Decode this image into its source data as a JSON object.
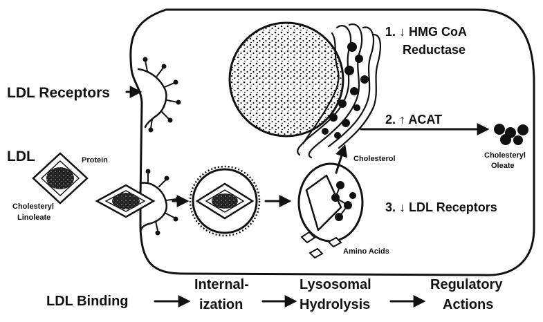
{
  "labels": {
    "ldl_receptors": "LDL Receptors",
    "ldl": "LDL",
    "protein": "Protein",
    "cholesteryl_linoleate_1": "Cholesteryl",
    "cholesteryl_linoleate_2": "Linoleate",
    "cholesterol": "Cholesterol",
    "cholesteryl_oleate_1": "Cholesteryl",
    "cholesteryl_oleate_2": "Oleate",
    "amino_acids": "Amino Acids"
  },
  "regulatory_actions": [
    {
      "number": "1.",
      "arrow": "↓",
      "line1": "HMG CoA",
      "line2": "Reductase"
    },
    {
      "number": "2.",
      "arrow": "↑",
      "line1": "ACAT"
    },
    {
      "number": "3.",
      "arrow": "↓",
      "line1": "LDL Receptors"
    }
  ],
  "steps": [
    {
      "line1": "LDL Binding",
      "line2": ""
    },
    {
      "line1": "Internal-",
      "line2": "ization"
    },
    {
      "line1": "Lysosomal",
      "line2": "Hydrolysis"
    },
    {
      "line1": "Regulatory",
      "line2": "Actions"
    }
  ],
  "colors": {
    "ink": "#111111",
    "paper": "#ffffff"
  }
}
